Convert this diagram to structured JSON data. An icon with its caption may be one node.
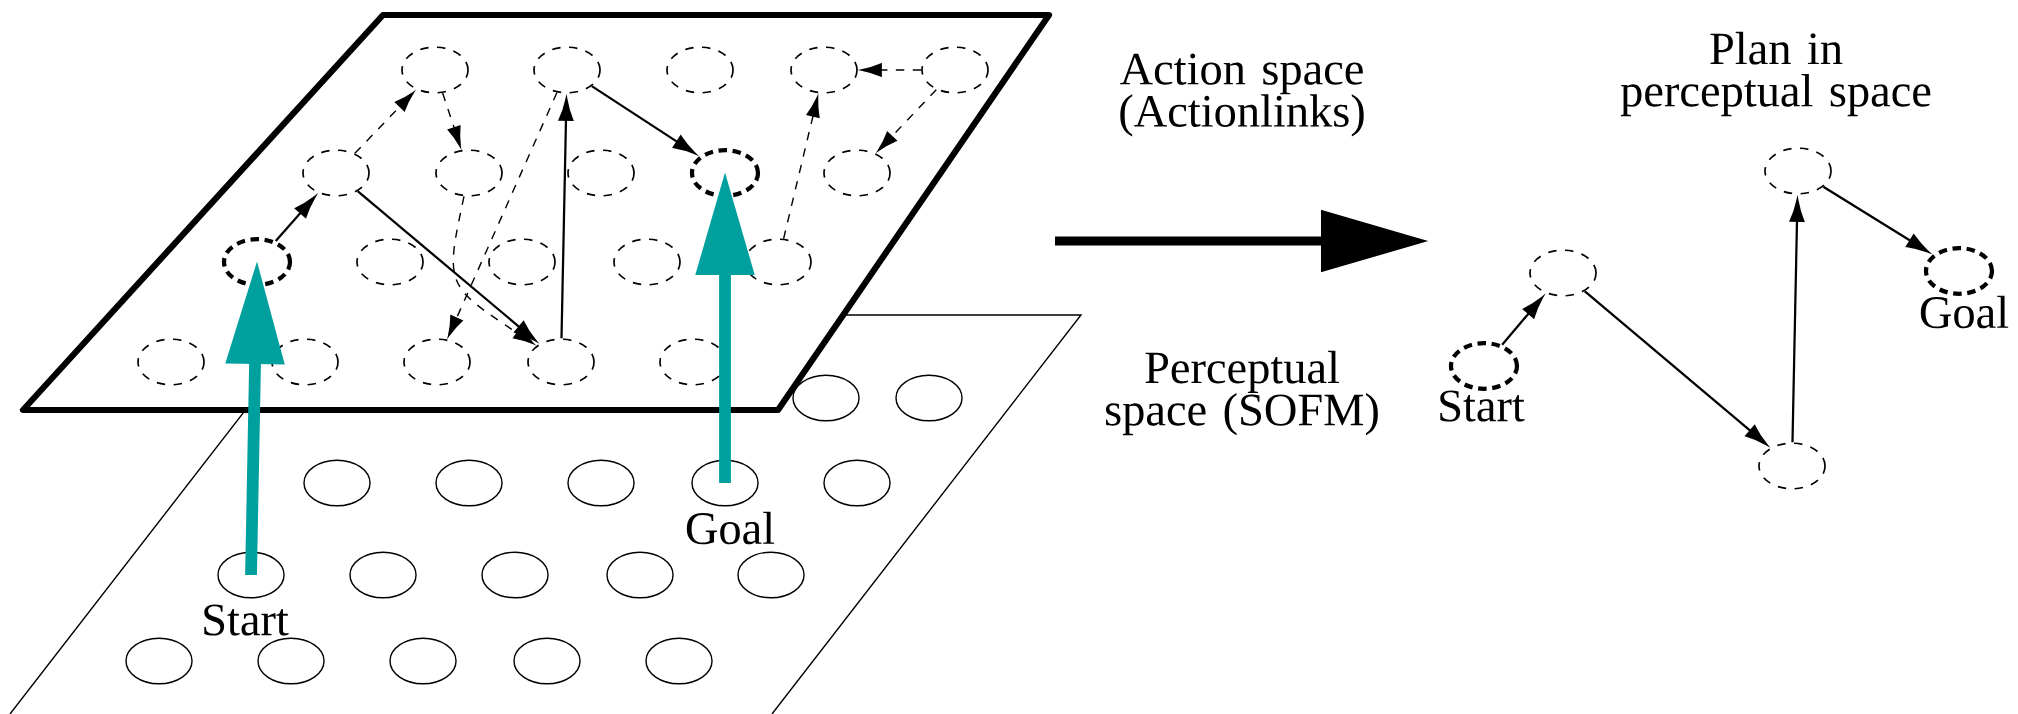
{
  "diagram": {
    "nodes": [
      {
        "text": [],
        "shape": "parallelogram",
        "beside": [
          "Action space (Actionlinks)"
        ]
      },
      {
        "text": [],
        "shape": "circle",
        "in": 0
      },
      {
        "text": [],
        "shape": "circle",
        "in": 0
      },
      {
        "text": [],
        "shape": "circle",
        "in": 0
      },
      {
        "text": [],
        "shape": "circle",
        "in": 0
      },
      {
        "text": [],
        "shape": "circle",
        "in": 0
      },
      {
        "text": [],
        "shape": "circle",
        "in": 0
      },
      {
        "text": [],
        "shape": "circle",
        "in": 0
      },
      {
        "text": [],
        "shape": "circle",
        "in": 0
      },
      {
        "text": [],
        "shape": "circle",
        "in": 0
      },
      {
        "text": [],
        "shape": "circle",
        "in": 0
      },
      {
        "text": [],
        "shape": "circle",
        "in": 0
      },
      {
        "text": [],
        "shape": "circle",
        "in": 0
      },
      {
        "text": [],
        "shape": "circle",
        "in": 0
      },
      {
        "text": [],
        "shape": "circle",
        "in": 0
      },
      {
        "text": [],
        "shape": "circle",
        "in": 0
      },
      {
        "text": [],
        "shape": "circle"
      },
      {
        "text": [],
        "shape": "circle"
      },
      {
        "text": [],
        "shape": "circle"
      },
      {
        "text": [],
        "shape": "circle"
      },
      {
        "text": [],
        "shape": "circle"
      },
      {
        "text": [],
        "shape": "parallelogram",
        "beside": [
          "Perceptual space (SOFM)"
        ]
      },
      {
        "text": [],
        "shape": "circle",
        "in": 21
      },
      {
        "text": [],
        "shape": "circle",
        "in": 21
      },
      {
        "text": [],
        "shape": "circle",
        "in": 21
      },
      {
        "text": [],
        "shape": "circle",
        "in": 21
      },
      {
        "text": [],
        "shape": "circle",
        "in": 21
      },
      {
        "text": [],
        "shape": "circle",
        "in": 21,
        "beside": [
          "Goal"
        ]
      },
      {
        "text": [],
        "shape": "circle",
        "in": 21
      },
      {
        "text": [],
        "shape": "circle",
        "in": 21,
        "beside": [
          "Start"
        ]
      },
      {
        "text": [],
        "shape": "circle",
        "in": 21
      },
      {
        "text": [],
        "shape": "circle",
        "in": 21
      },
      {
        "text": [],
        "shape": "circle",
        "in": 21
      },
      {
        "text": [],
        "shape": "circle",
        "in": 21
      },
      {
        "text": [],
        "shape": "circle",
        "in": 21
      },
      {
        "text": [],
        "shape": "circle",
        "in": 21
      },
      {
        "text": [],
        "shape": "circle",
        "in": 21
      },
      {
        "text": [],
        "shape": "circle",
        "in": 21
      },
      {
        "text": [],
        "shape": "circle",
        "in": 21
      },
      {
        "text": [],
        "shape": "circle",
        "beside": [
          "Start"
        ]
      },
      {
        "text": [],
        "shape": "circle"
      },
      {
        "text": [],
        "shape": "circle"
      },
      {
        "text": [],
        "shape": "circle"
      },
      {
        "text": [],
        "shape": "circle",
        "beside": [
          "Goal"
        ]
      }
    ],
    "edges": [
      {
        "from": 11,
        "to": 6,
        "arrow": "to"
      },
      {
        "from": 6,
        "to": 19,
        "arrow": "to"
      },
      {
        "from": 19,
        "to": 2,
        "arrow": "to"
      },
      {
        "from": 2,
        "to": 9,
        "arrow": "to"
      },
      {
        "from": 6,
        "to": 1,
        "arrow": "to",
        "style": "dashed"
      },
      {
        "from": 1,
        "to": 7,
        "arrow": "to",
        "style": "dashed"
      },
      {
        "from": 7,
        "to": 19,
        "arrow": "to",
        "style": "dashed"
      },
      {
        "from": 2,
        "to": 18,
        "arrow": "to",
        "style": "dashed"
      },
      {
        "from": 15,
        "to": 4,
        "arrow": "to",
        "style": "dashed"
      },
      {
        "from": 5,
        "to": 4,
        "arrow": "to",
        "style": "dashed"
      },
      {
        "from": 5,
        "to": 10,
        "arrow": "to",
        "style": "dashed"
      },
      {
        "from": 29,
        "to": 11,
        "arrow": "to",
        "style": "thick",
        "color": "#00a09e"
      },
      {
        "from": 27,
        "to": 9,
        "arrow": "to",
        "style": "thick",
        "color": "#00a09e"
      },
      {
        "from": 39,
        "to": 40,
        "arrow": "to"
      },
      {
        "from": 40,
        "to": 41,
        "arrow": "to"
      },
      {
        "from": 41,
        "to": 42,
        "arrow": "to"
      },
      {
        "from": 42,
        "to": 43,
        "arrow": "to"
      }
    ],
    "labels": [
      "Plan in perceptual space"
    ]
  }
}
